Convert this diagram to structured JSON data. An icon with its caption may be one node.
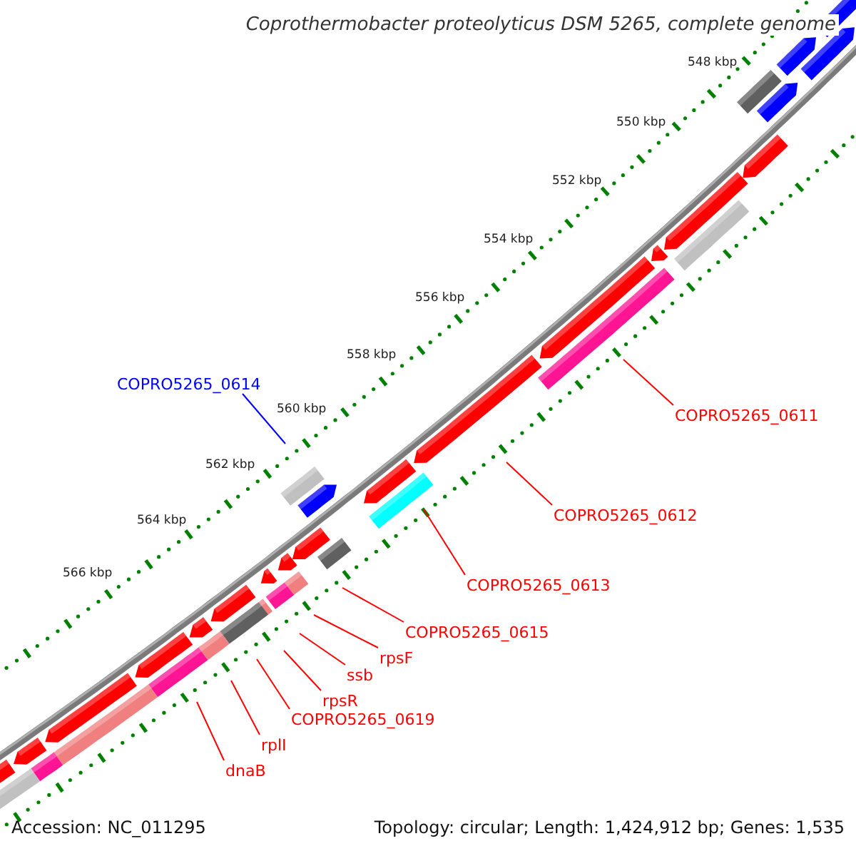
{
  "diagram": {
    "title": "Coprothermobacter proteolyticus DSM 5265, complete genome",
    "nodes": [
      {
        "text": [
          "COPRO5265_0614"
        ]
      },
      {
        "text": [
          "COPRO5265_0611"
        ]
      },
      {
        "text": [
          "COPRO5265_0612"
        ]
      },
      {
        "text": [
          "COPRO5265_0613"
        ]
      },
      {
        "text": [
          "COPRO5265_0615"
        ]
      },
      {
        "text": [
          "rpsF"
        ]
      },
      {
        "text": [
          "ssb"
        ]
      },
      {
        "text": [
          "rpsR"
        ]
      },
      {
        "text": [
          "COPRO5265_0619"
        ]
      },
      {
        "text": [
          "rplI"
        ]
      },
      {
        "text": [
          "dnaB"
        ]
      }
    ],
    "edges": [
      {
        "from": 0,
        "to": null,
        "arrow": "none",
        "color": "#0000ff"
      },
      {
        "from": 1,
        "to": null,
        "arrow": "none"
      },
      {
        "from": 2,
        "to": null,
        "arrow": "none"
      },
      {
        "from": 3,
        "to": null,
        "arrow": "none"
      },
      {
        "from": 4,
        "to": null,
        "arrow": "none"
      },
      {
        "from": 5,
        "to": null,
        "arrow": "none"
      },
      {
        "from": 6,
        "to": null,
        "arrow": "none"
      },
      {
        "from": 7,
        "to": null,
        "arrow": "none"
      },
      {
        "from": 8,
        "to": null,
        "arrow": "none"
      },
      {
        "from": 9,
        "to": null,
        "arrow": "none"
      },
      {
        "from": 10,
        "to": null,
        "arrow": "none"
      }
    ],
    "labels": [
      "548 kbp",
      "550 kbp",
      "552 kbp",
      "554 kbp",
      "556 kbp",
      "558 kbp",
      "560 kbp",
      "562 kbp",
      "564 kbp",
      "566 kbp",
      "Accession: NC_011295",
      "Topology: circular; Length: 1,424,912 bp; Genes: 1,535"
    ]
  }
}
